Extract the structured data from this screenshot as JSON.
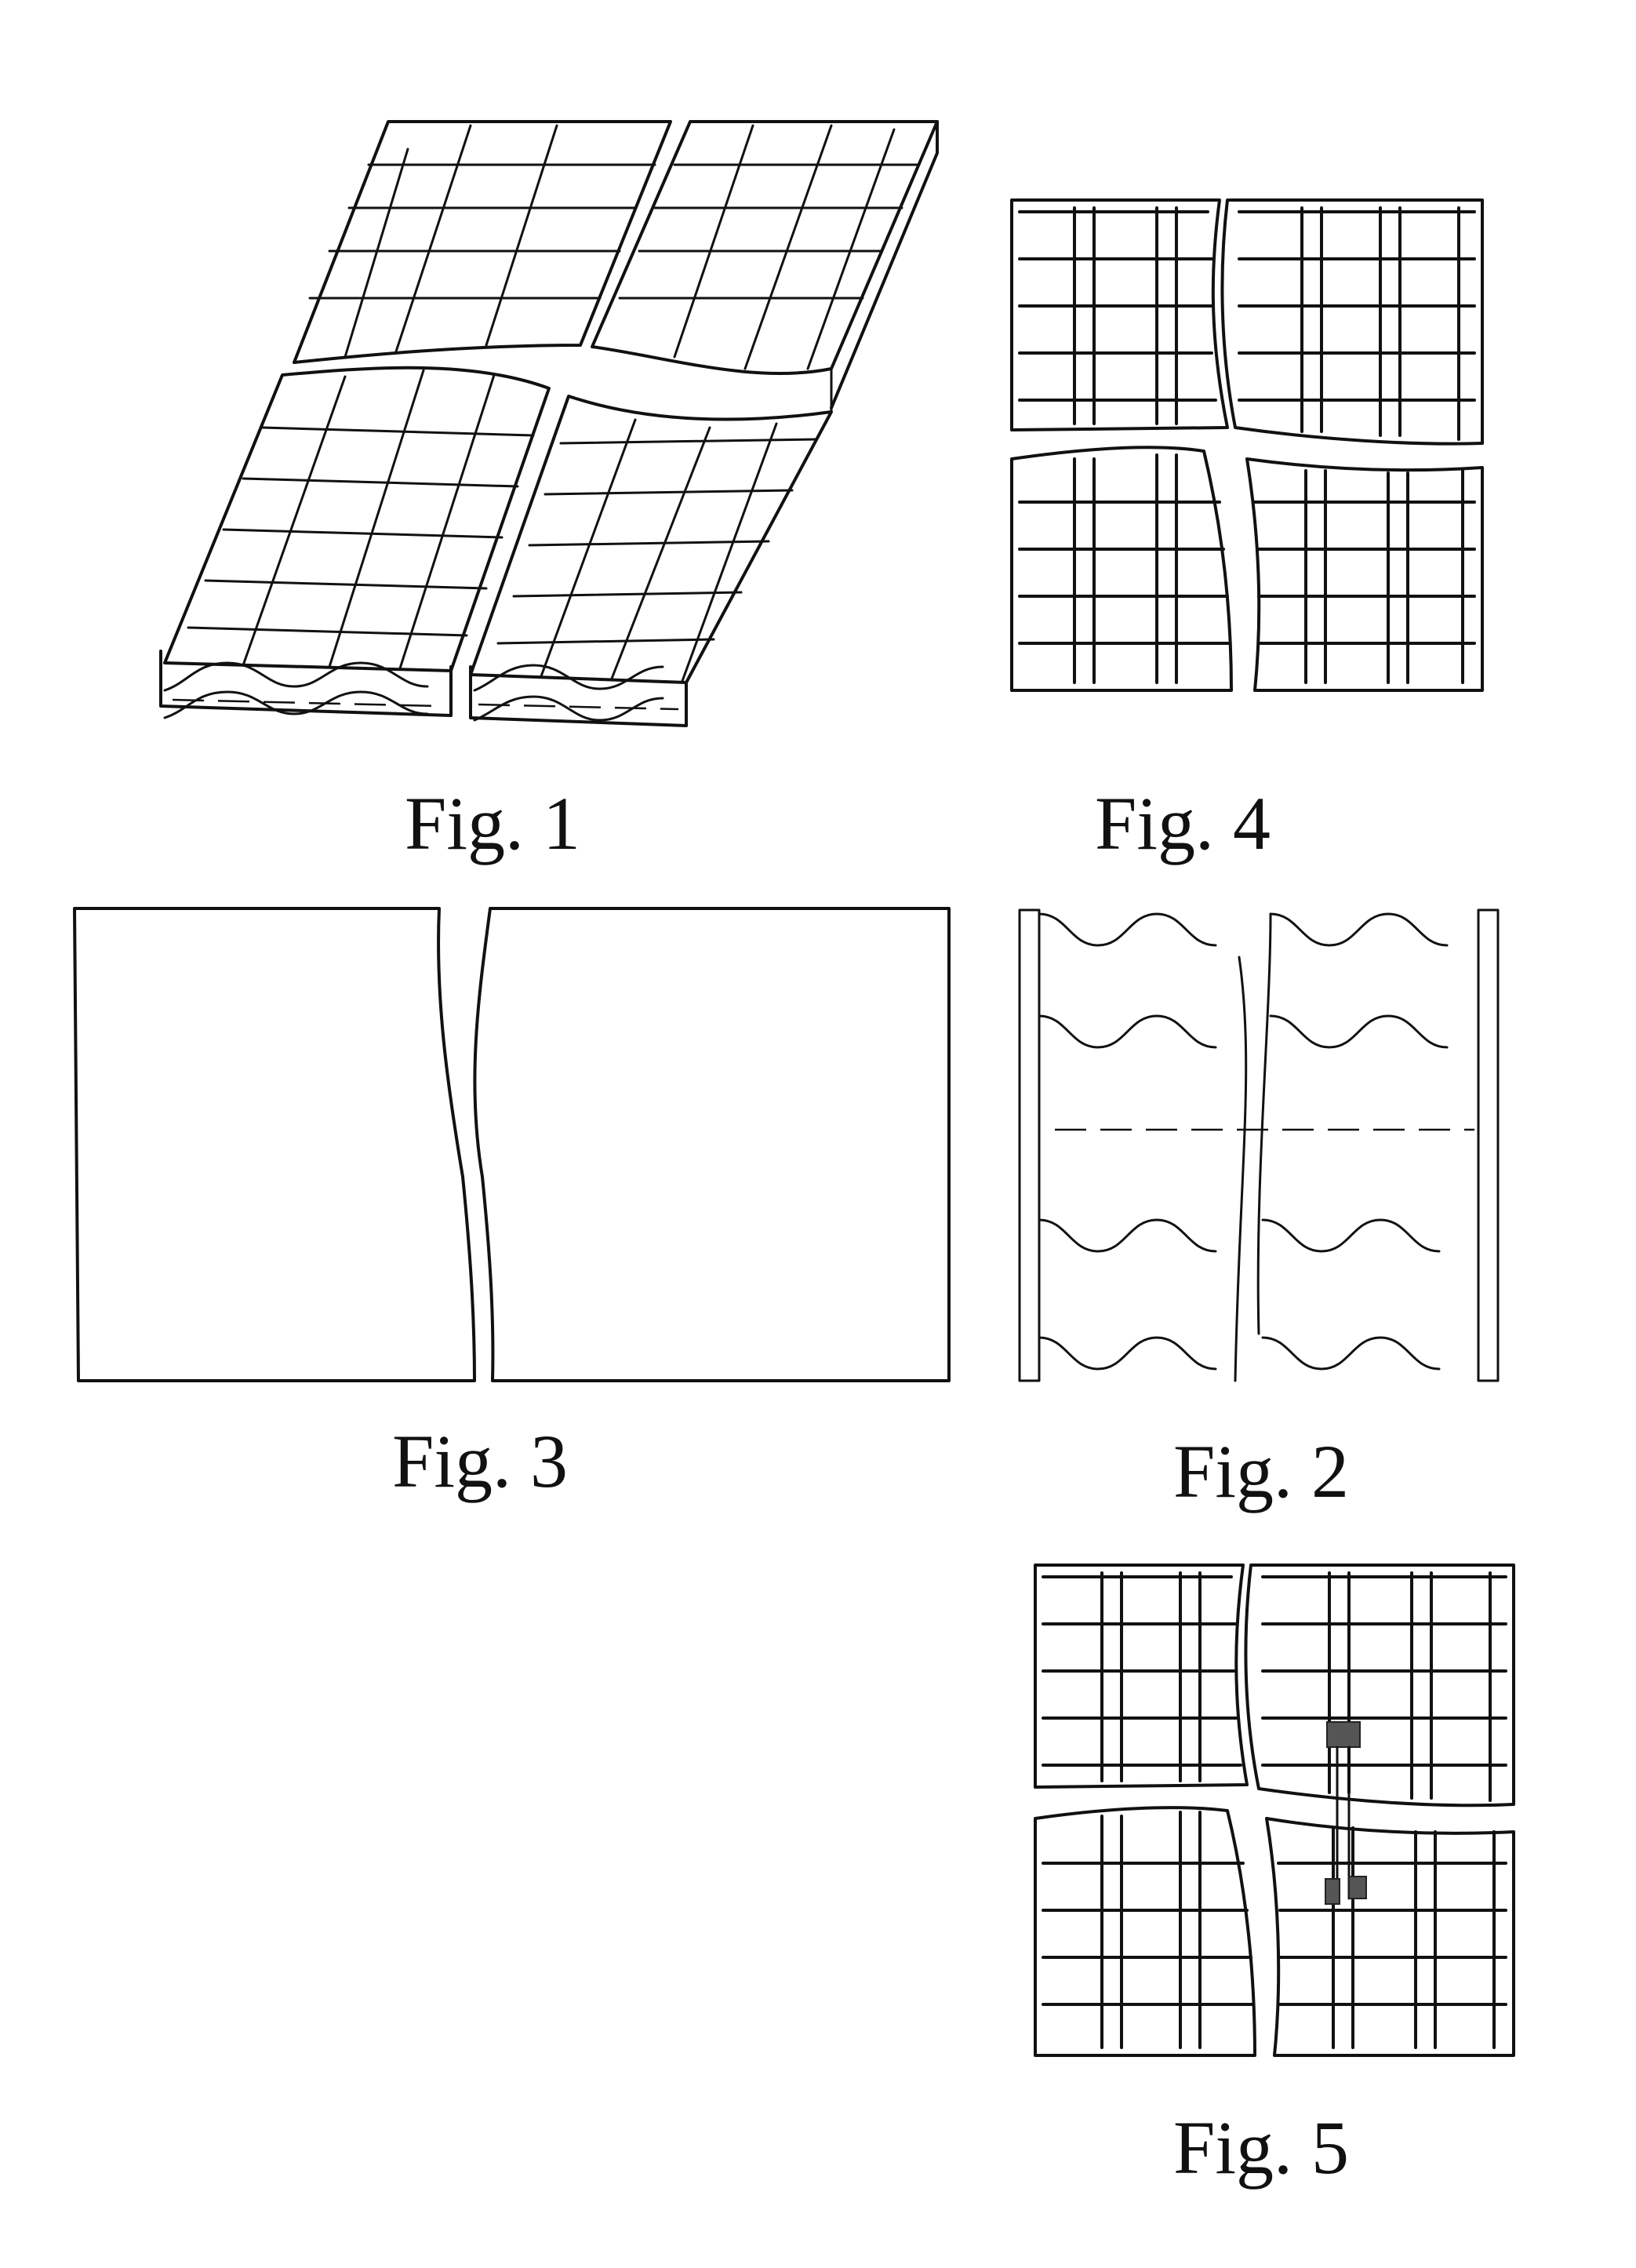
{
  "figures": [
    {
      "id": "fig1",
      "label": "Fig. 1"
    },
    {
      "id": "fig4",
      "label": "Fig. 4"
    },
    {
      "id": "fig3",
      "label": "Fig. 3"
    },
    {
      "id": "fig2",
      "label": "Fig. 2"
    },
    {
      "id": "fig5",
      "label": "Fig. 5"
    }
  ]
}
